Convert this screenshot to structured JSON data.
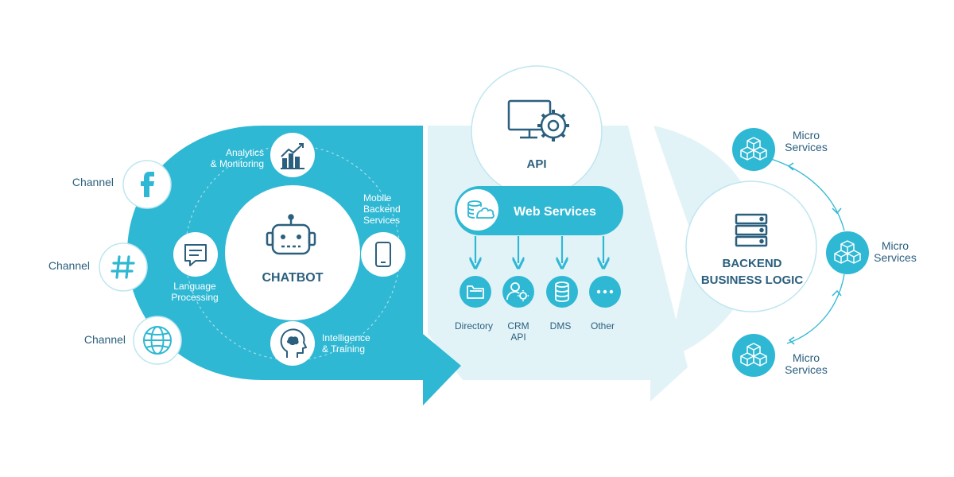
{
  "colors": {
    "primary": "#2fb8d4",
    "light": "#e2f3f8",
    "text_dark": "#2b5f7e",
    "ring_dashed": "#a8dcea",
    "white": "#ffffff"
  },
  "channels": {
    "items": [
      {
        "label": "Channel",
        "icon": "facebook-icon"
      },
      {
        "label": "Channel",
        "icon": "hashtag-icon"
      },
      {
        "label": "Channel",
        "icon": "globe-icon"
      }
    ]
  },
  "chatbot": {
    "title": "CHATBOT",
    "icon": "robot-icon",
    "satellites": {
      "analytics": {
        "line1": "Analytics",
        "line2": "& Monitoring",
        "icon": "bar-chart-icon"
      },
      "mobile": {
        "line1": "Mobile",
        "line2": "Backend",
        "line3": "Services",
        "icon": "smartphone-icon"
      },
      "intelligence": {
        "line1": "Intelligence",
        "line2": "& Training",
        "icon": "brain-head-icon"
      },
      "language": {
        "line1": "Language",
        "line2": "Processing",
        "icon": "chat-bubble-icon"
      }
    }
  },
  "api": {
    "title": "API",
    "icon": "monitor-gear-icon",
    "web_services": {
      "label": "Web Services",
      "icon": "database-cloud-icon"
    },
    "services": [
      {
        "line1": "Directory",
        "line2": "",
        "icon": "folder-icon"
      },
      {
        "line1": "CRM",
        "line2": "API",
        "icon": "user-gear-icon"
      },
      {
        "line1": "DMS",
        "line2": "",
        "icon": "database-icon"
      },
      {
        "line1": "Other",
        "line2": "",
        "icon": "more-icon"
      }
    ]
  },
  "backend": {
    "line1": "BACKEND",
    "line2": "BUSINESS LOGIC",
    "icon": "server-icon",
    "micro_services": [
      {
        "line1": "Micro",
        "line2": "Services",
        "icon": "cubes-icon"
      },
      {
        "line1": "Micro",
        "line2": "Services",
        "icon": "cubes-icon"
      },
      {
        "line1": "Micro",
        "line2": "Services",
        "icon": "cubes-icon"
      }
    ]
  }
}
